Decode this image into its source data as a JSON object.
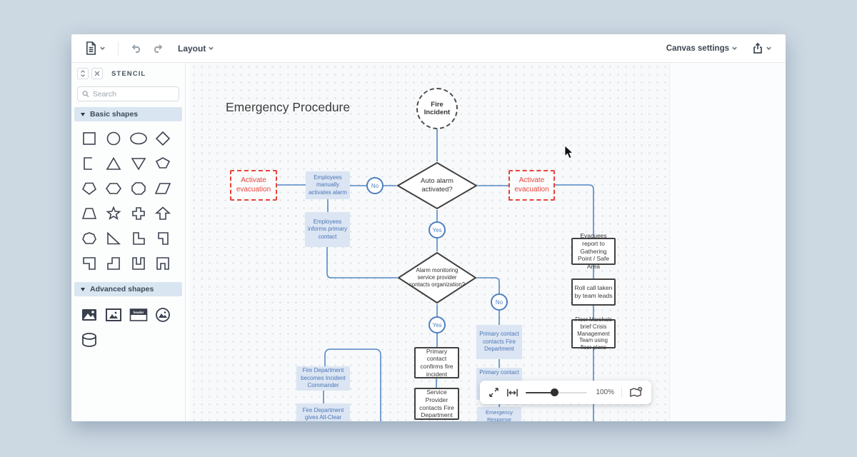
{
  "colors": {
    "desktop_bg": "#ccd8e2",
    "accent_blue": "#4d7fc0",
    "connector_blue": "#5588c7",
    "node_fill_blue": "#dbe5f3",
    "node_text_blue": "#4b76b7",
    "alert_red": "#e8433c",
    "dark_border": "#414141",
    "section_header_bg": "#d9e6f1"
  },
  "toolbar": {
    "layout_label": "Layout",
    "canvas_settings_label": "Canvas settings"
  },
  "sidebar": {
    "panel_title": "STENCIL",
    "search_placeholder": "Search",
    "sections": {
      "basic": "Basic shapes",
      "advanced": "Advanced shapes"
    },
    "basic_shapes": [
      "square",
      "circle",
      "ellipse",
      "diamond",
      "open-bracket",
      "triangle",
      "inverted-triangle",
      "shield",
      "pentagon",
      "hexagon",
      "octagon",
      "parallelogram",
      "trapezoid",
      "star",
      "cross",
      "arrow-up",
      "heptagon",
      "right-triangle",
      "l-shape",
      "corner-shape",
      "hook-shape",
      "j-shape",
      "u-shape",
      "bridge-shape"
    ],
    "advanced_shapes": [
      "image",
      "framed-image",
      "header-card",
      "circle-image",
      "cylinder"
    ],
    "header_card_label": "header"
  },
  "canvas": {
    "title": "Emergency Procedure",
    "zoom_value": "100%"
  },
  "nodes": {
    "fire_incident": "Fire Incident",
    "activate_evacuation_left": "Activate evacuation",
    "activate_evacuation_right": "Activate evacuation",
    "employees_manually": "Employees manually activates alarm",
    "auto_alarm": "Auto alarm activated?",
    "no_1": "No",
    "yes_1": "Yes",
    "employees_informs": "Employees informs primary contact",
    "alarm_monitoring": "Alarm monitoring service provider contacts organization?",
    "yes_2": "Yes",
    "no_2": "No",
    "primary_contact_contacts": "Primary contact contacts Fire Department",
    "primary_confirms": "Primary contact confirms fire incident",
    "service_provider": "Service Provider contacts Fire Department",
    "evacuees_report": "Evacuees report to Gathering Point / Safe Area",
    "roll_call": "Roll call taken by team leads",
    "floor_marshals": "Floor Marshals brief Crisis Management Team using floor plans",
    "fd_commander": "Fire Department becomes Incident Commander",
    "fd_all_clear": "Fire Department gives All-Clear",
    "primary_contact": "Primary contact",
    "emergency_response": "Emergency Response"
  }
}
